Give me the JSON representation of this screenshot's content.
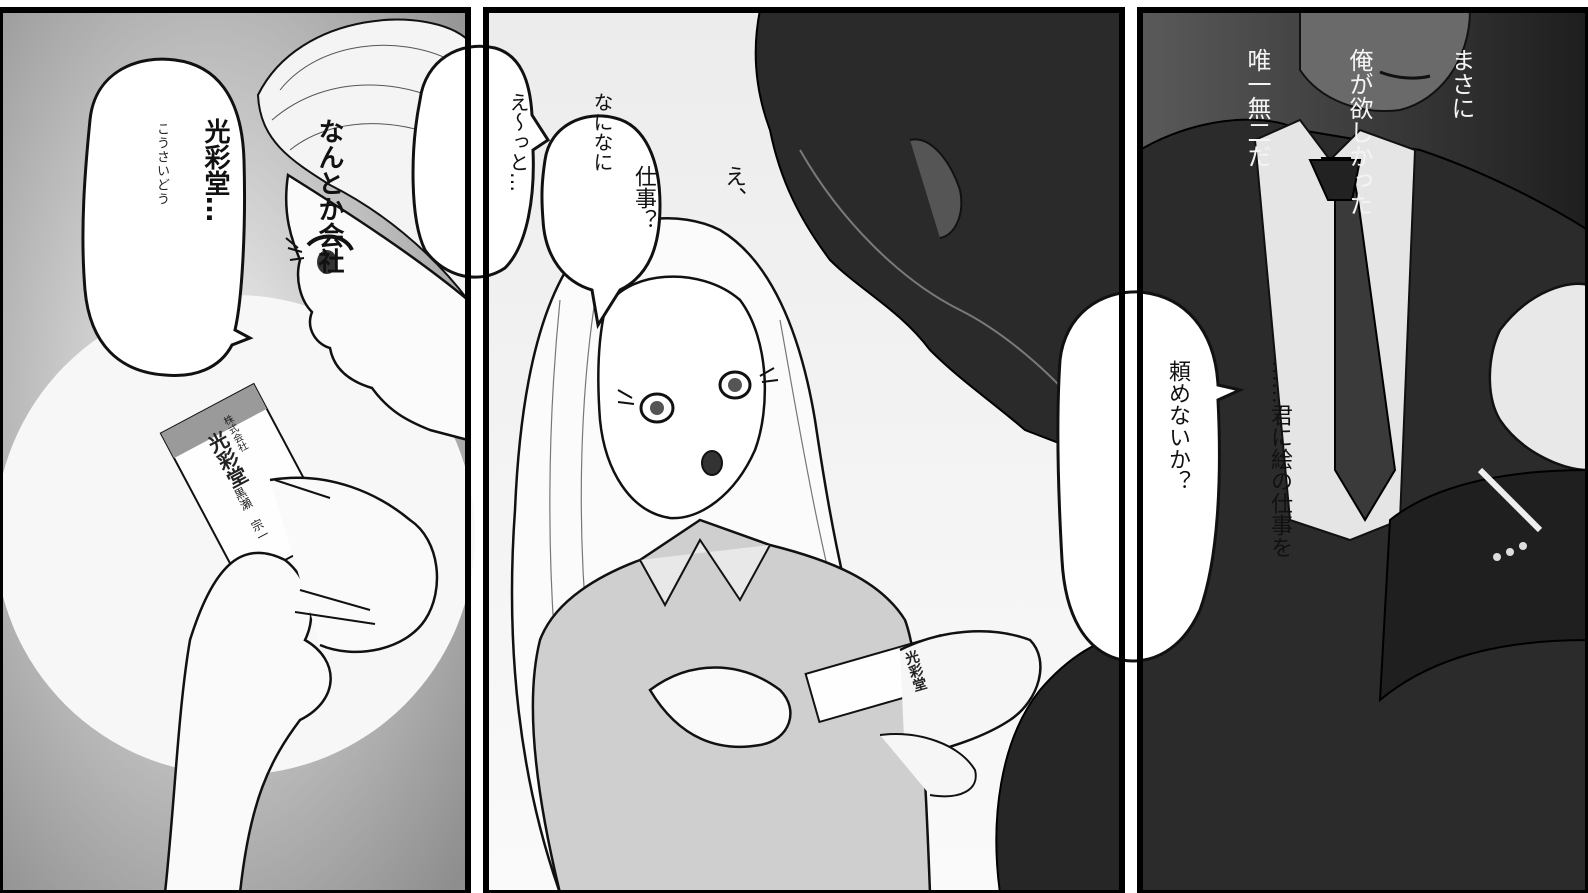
{
  "panel1": {
    "speech": [
      "なんとか会社",
      "光彩堂…"
    ],
    "furigana": "こうさいどう",
    "card": {
      "company": "株式会社",
      "name": "光彩堂",
      "person": "黒瀬　宗一"
    }
  },
  "panel2": {
    "speech_top": [
      "なになに",
      "え〜っと…"
    ],
    "speech_middle": [
      "え、",
      "仕事？"
    ],
    "card": {
      "name": "光彩堂"
    }
  },
  "panel3": {
    "narration": [
      "まさに",
      "俺が欲しかった",
      "唯一無二だ"
    ],
    "speech": [
      "……君に絵の仕事を",
      "頼めないか？"
    ]
  },
  "colors": {
    "ink": "#111111",
    "panel_border": "#000000",
    "background": "#ffffff"
  }
}
